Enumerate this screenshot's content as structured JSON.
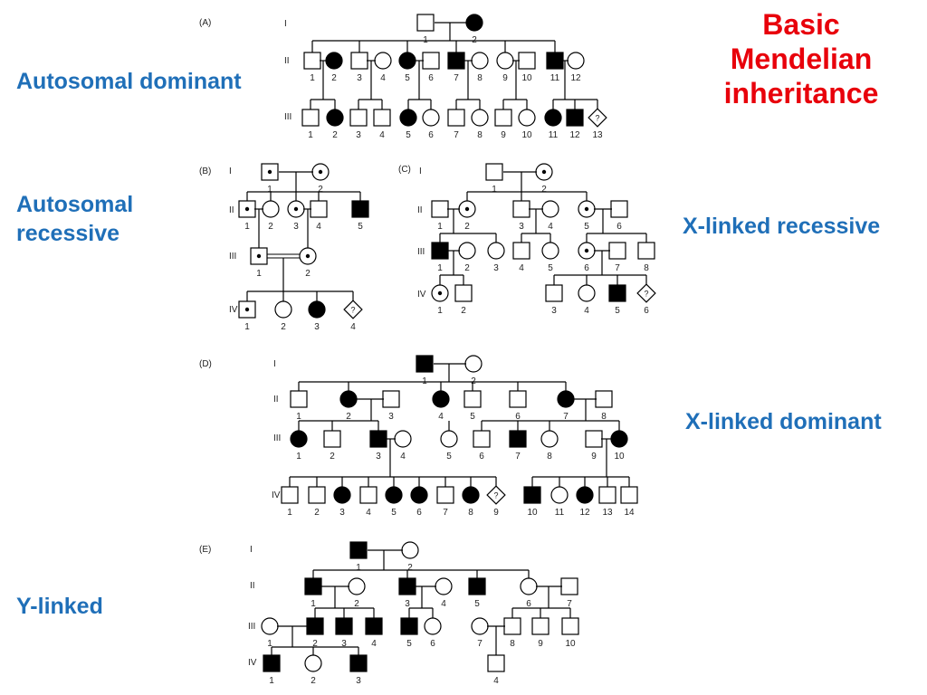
{
  "title": {
    "line1": "Basic",
    "line2": "Mendelian",
    "line3": "inheritance"
  },
  "labels": {
    "autosomal_dominant": "Autosomal dominant",
    "autosomal_recessive_1": "Autosomal",
    "autosomal_recessive_2": "recessive",
    "x_linked_recessive": "X-linked recessive",
    "x_linked_dominant": "X-linked dominant",
    "y_linked": "Y-linked"
  },
  "panels": {
    "A": {
      "tag": "(A)",
      "generations": [
        "I",
        "II",
        "III"
      ]
    },
    "B": {
      "tag": "(B)",
      "generations": [
        "I",
        "II",
        "III",
        "IV"
      ]
    },
    "C": {
      "tag": "(C)",
      "generations": [
        "I",
        "II",
        "III",
        "IV"
      ]
    },
    "D": {
      "tag": "(D)",
      "generations": [
        "I",
        "II",
        "III",
        "IV"
      ]
    },
    "E": {
      "tag": "(E)",
      "generations": [
        "I",
        "II",
        "III",
        "IV"
      ]
    }
  },
  "colors": {
    "title": "#e8000b",
    "labels": "#1f6fb8",
    "symbol": "#000000"
  }
}
